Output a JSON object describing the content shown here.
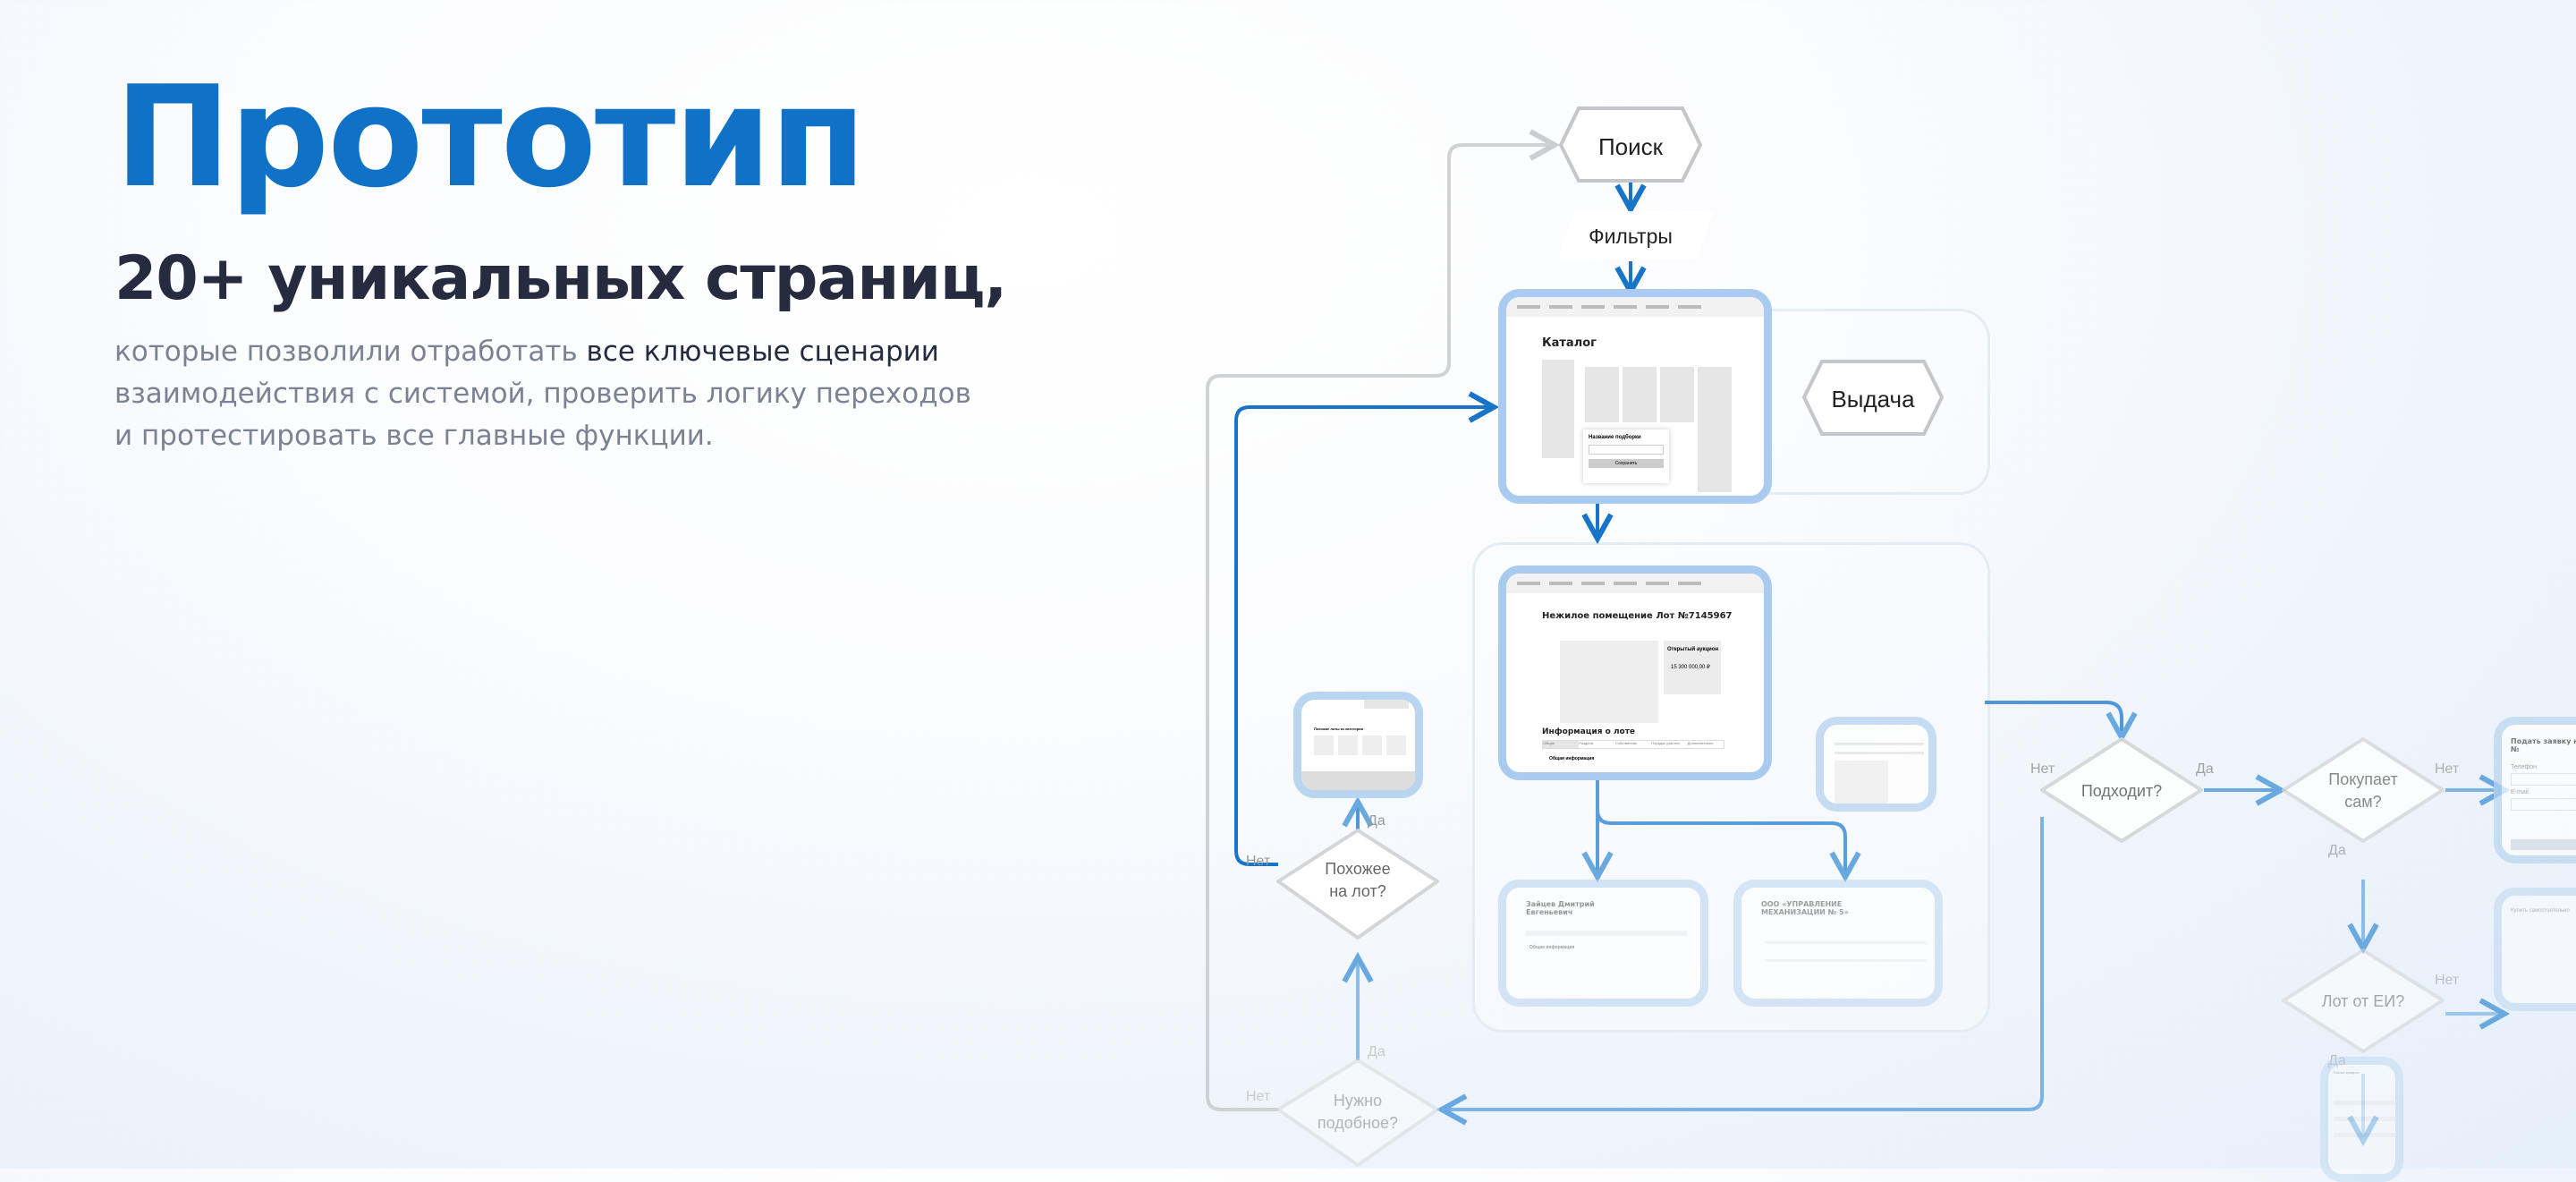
{
  "hero": {
    "title": "Прототип",
    "subtitle": "20+ уникальных страниц,",
    "desc_part1": "которые позволили отработать ",
    "desc_highlight": "все ключевые сценарии",
    "desc_part2": " взаимодействия с системой, проверить логику переходов и протестировать все главные функции."
  },
  "colors": {
    "accent": "#0f72c6",
    "text_dark": "#262b40",
    "text_muted": "#7c8292",
    "flow_blue": "#1874c8",
    "flow_gray": "#c4c6c9"
  },
  "flow": {
    "search": "Поиск",
    "filters": "Фильтры",
    "results": "Выдача",
    "similar_q1": "Похожее",
    "similar_q2": "на лот?",
    "need_q1": "Нужно",
    "need_q2": "подобное?",
    "fits_q": "Подходит?",
    "buys_q1": "Покупает",
    "buys_q2": "сам?",
    "ei_q": "Лот от ЕИ?",
    "yes": "Да",
    "no": "Нет"
  },
  "screens": {
    "catalog": {
      "title": "Каталог",
      "modal_title": "Название подборки",
      "save": "Сохранить"
    },
    "lot": {
      "title": "Нежилое помещение Лот №7145967",
      "auction": "Открытый аукцион",
      "price": "15 300 000,00 ₽",
      "info": "Информация о лоте",
      "general": "Общая информация",
      "tabs": [
        "Общие",
        "Разделы",
        "Собственник",
        "Порядок участия",
        "Дополнительно"
      ]
    },
    "similar": {
      "title": "Похожие лоты из категории"
    },
    "person": {
      "title": "Зайцев Дмитрий Евгеньевич",
      "general": "Общая информация"
    },
    "org": {
      "title": "ООО «УПРАВЛЕНИЕ МЕХАНИЗАЦИИ № 5»"
    },
    "apply": {
      "title": "Подать заявку на лот №",
      "phone": "Телефон",
      "email": "E-mail"
    },
    "self_buy": {
      "title": "Купить самостоятельно"
    },
    "credit": {
      "title": "Расчет кредита"
    }
  }
}
